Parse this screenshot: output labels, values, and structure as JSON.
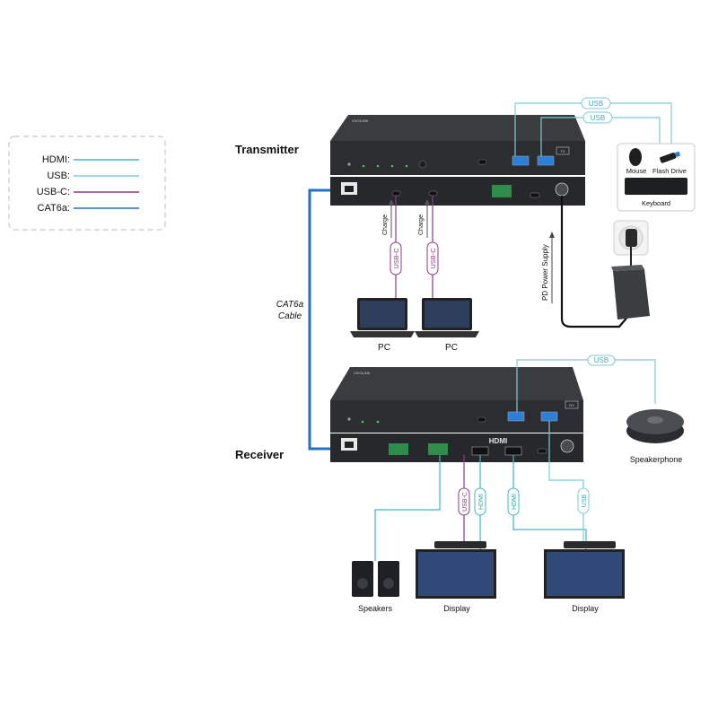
{
  "legend": {
    "items": [
      {
        "label": "HDMI:",
        "color": "#3fb6c7"
      },
      {
        "label": "USB:",
        "color": "#7fcbd6"
      },
      {
        "label": "USB-C:",
        "color": "#8e3a8a"
      },
      {
        "label": "CAT6a:",
        "color": "#1f72c4"
      }
    ]
  },
  "labels": {
    "transmitter": "Transmitter",
    "receiver": "Receiver",
    "cable": "CAT6a",
    "cable2": "Cable",
    "pd_supply": "PD Power Supply",
    "mouse": "Mouse",
    "flash": "Flash Drive",
    "keyboard": "Keyboard",
    "pc1": "PC",
    "pc2": "PC",
    "speakerphone": "Speakerphone",
    "speakers": "Speakers",
    "display1": "Display",
    "display2": "Display"
  },
  "tags": {
    "usb_tx1": "USB",
    "usb_tx2": "USB",
    "usb_rx": "USB",
    "usbc1": "USB-C",
    "usbc2": "USB-C",
    "charge1": "Charge",
    "charge2": "Charge",
    "usbc_rx": "USB-C",
    "hdmi1": "HDMI",
    "hdmi2": "HDMI",
    "usb_rx2": "USB"
  },
  "device": {
    "tx_brand": "VIVOLINK",
    "rx_brand": "VIVOLINK",
    "hdmi_logo": "HDMI",
    "tx_badge": "TX",
    "rx_badge": "RX"
  },
  "colors": {
    "hdmi": "#3fb6c7",
    "usb": "#7fcbd6",
    "usbc": "#8e3a8a",
    "cat6a": "#1f72c4",
    "device": "#2b2d30",
    "usb_port": "#2d7fd6"
  }
}
